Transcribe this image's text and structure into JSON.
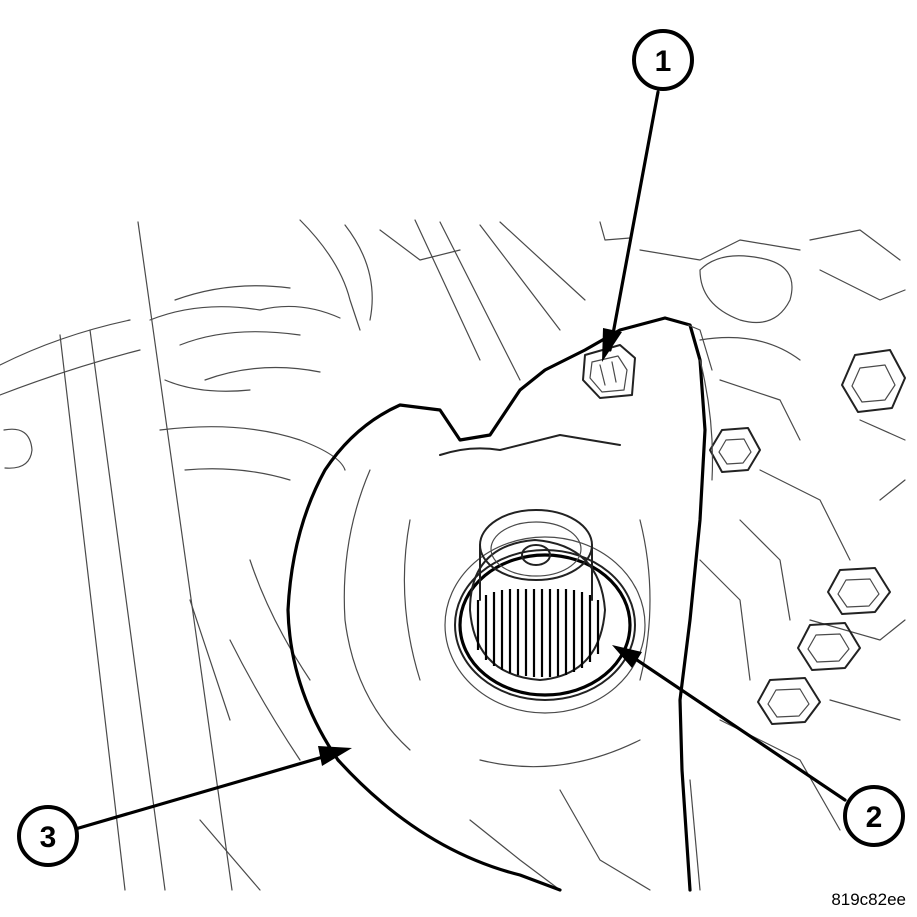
{
  "callouts": [
    {
      "label": "1",
      "part": "housing-bolt-tab"
    },
    {
      "label": "2",
      "part": "output-shaft-seal"
    },
    {
      "label": "3",
      "part": "axle-housing"
    }
  ],
  "image_code": "819c82ee",
  "colors": {
    "line": "#000000",
    "background": "#ffffff"
  }
}
